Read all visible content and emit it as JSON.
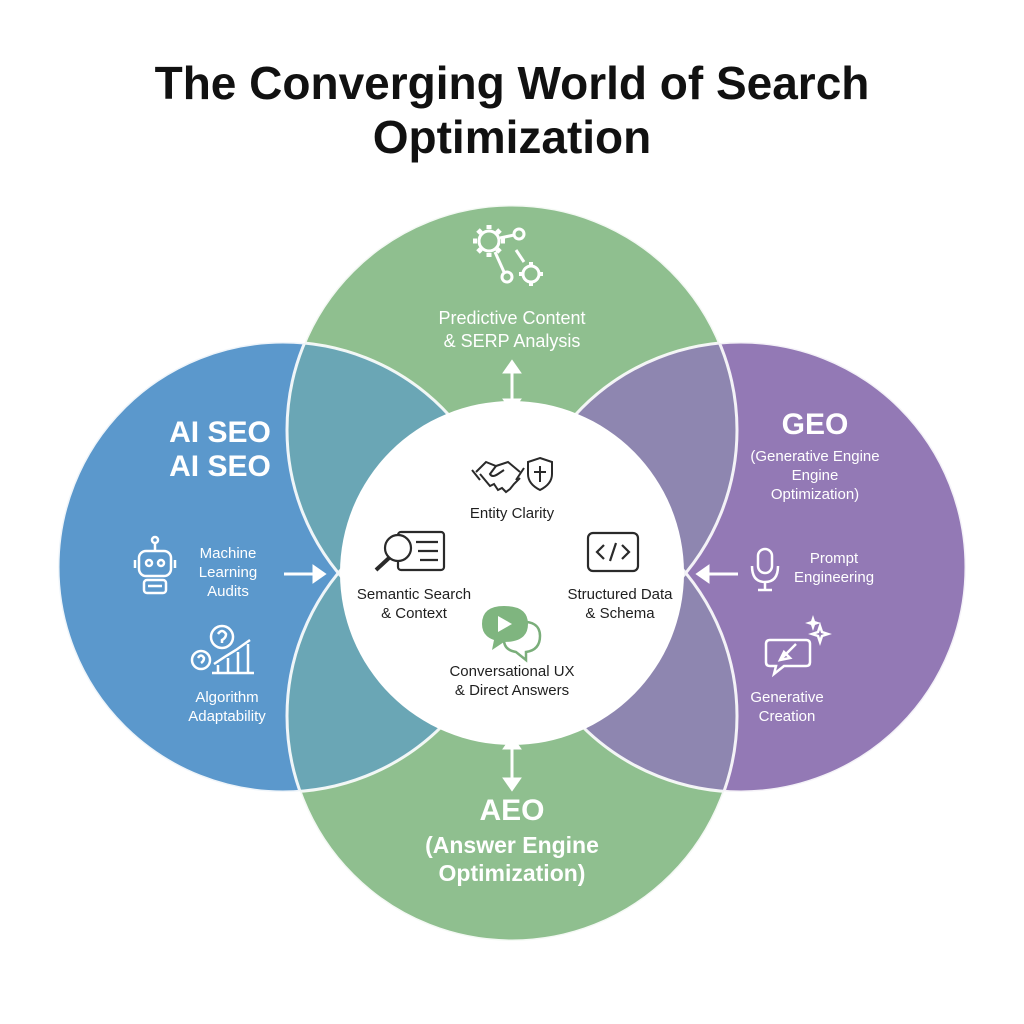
{
  "title": "The Converging World of Search Optimization",
  "colors": {
    "green": "#8FBF8F",
    "blue": "#5B98CC",
    "purple": "#9379B5",
    "teal": "#6AA6B5",
    "mauve": "#8E86B0",
    "center": "#FFFFFF",
    "arrow": "#FFFFFF"
  },
  "regions": {
    "top": {
      "text": "Predictive Content\n& SERP Analysis",
      "icon": "gear-network-icon"
    },
    "left": {
      "heading": "AI SEO\nAI SEO",
      "item1": {
        "text": "Machine\nLearning\nAudits",
        "icon": "robot-icon"
      },
      "item2": {
        "text": "Algorithm\nAdaptability",
        "icon": "question-chart-icon"
      }
    },
    "right": {
      "heading": "GEO",
      "subheading": "(Generative Engine\nEngine\nOptimization)",
      "item1": {
        "text": "Prompt\nEngineering",
        "icon": "microphone-icon"
      },
      "item2": {
        "text": "Generative\nCreation",
        "icon": "sparkle-chat-icon"
      }
    },
    "bottom": {
      "heading": "AEO",
      "subheading": "(Answer Engine\nOptimization)"
    }
  },
  "center": {
    "entity": {
      "text": "Entity Clarity",
      "icon": "handshake-shield-icon"
    },
    "semantic": {
      "text": "Semantic Search\n& Context",
      "icon": "magnifier-document-icon"
    },
    "structured": {
      "text": "Structured Data\n& Schema",
      "icon": "code-icon"
    },
    "conversational": {
      "text": "Conversational UX\n& Direct Answers",
      "icon": "chat-play-icon"
    }
  }
}
